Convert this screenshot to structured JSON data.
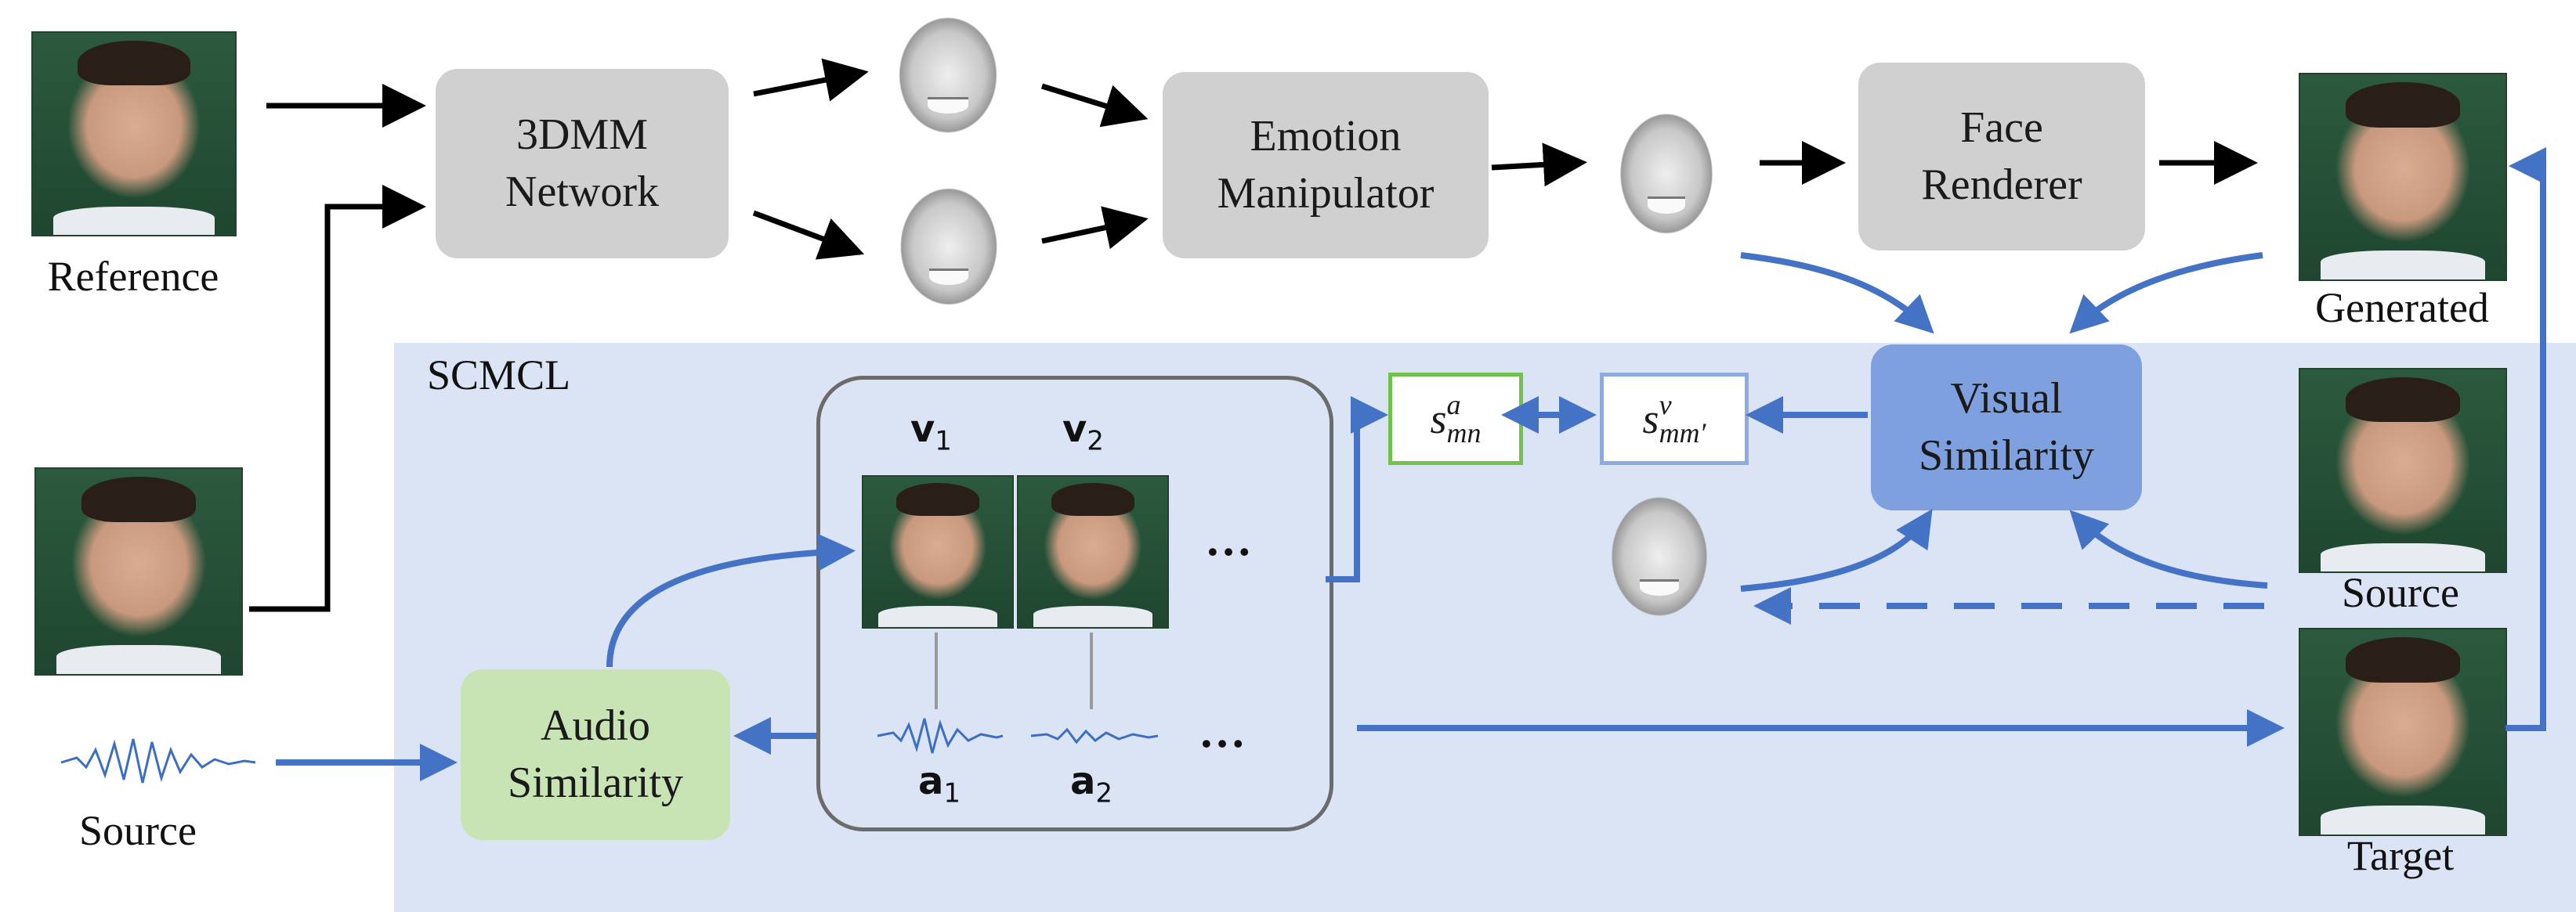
{
  "panel": {
    "label": "SCMCL",
    "color": "#dbe4f4"
  },
  "nodes": {
    "network": "3DMM\nNetwork",
    "emotion": "Emotion\nManipulator",
    "renderer": "Face\nRenderer",
    "audio_sim": "Audio\nSimilarity",
    "visual_sim": "Visual\nSimilarity"
  },
  "captions": {
    "reference": "Reference",
    "source_left": "Source",
    "generated": "Generated",
    "source_right": "Source",
    "target": "Target"
  },
  "symbols": {
    "s_a": {
      "base": "s",
      "sup": "a",
      "sub": "mn"
    },
    "s_v": {
      "base": "s",
      "sup": "v",
      "sub": "mm′"
    }
  },
  "samples": {
    "v1": {
      "base": "v",
      "sub": "1"
    },
    "v2": {
      "base": "v",
      "sub": "2"
    },
    "a1": {
      "base": "a",
      "sub": "1"
    },
    "a2": {
      "base": "a",
      "sub": "2"
    },
    "ellipsis": "…"
  },
  "colors": {
    "black_arrow": "#000000",
    "blue_arrow": "#4472c4",
    "green_border": "#70c24a",
    "blue_border": "#8faadc",
    "gray_node": "#d0d0d0",
    "green_node": "#c9e4b4",
    "blue_node": "#7ea0de"
  }
}
